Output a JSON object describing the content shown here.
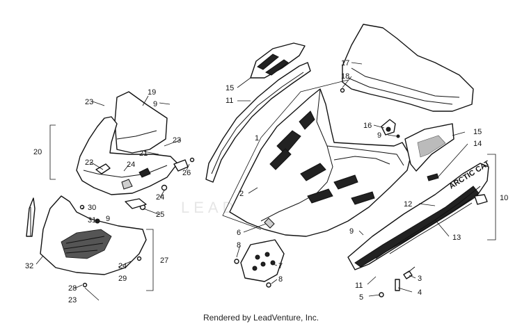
{
  "footer": {
    "text": "Rendered by LeadVenture, Inc."
  },
  "watermark": {
    "text": "LEADVENTURE"
  },
  "callouts": [
    "1",
    "2",
    "3",
    "4",
    "5",
    "6",
    "7",
    "8",
    "8",
    "9",
    "9",
    "9",
    "9",
    "10",
    "11",
    "11",
    "12",
    "13",
    "14",
    "15",
    "15",
    "16",
    "17",
    "18",
    "19",
    "20",
    "21",
    "22",
    "23",
    "23",
    "23",
    "24",
    "24",
    "24",
    "25",
    "26",
    "27",
    "28",
    "29",
    "30",
    "31",
    "32"
  ],
  "decal_text": "ARCTIC CAT"
}
